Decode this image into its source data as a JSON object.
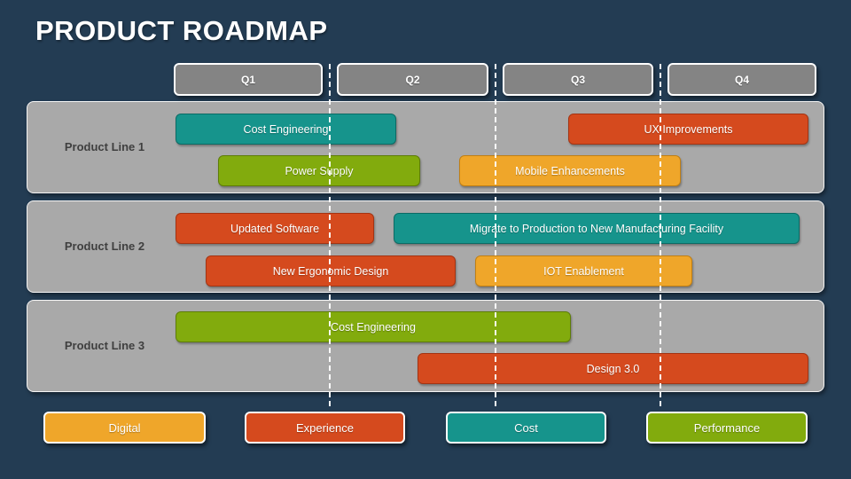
{
  "slide": {
    "title": "PRODUCT ROADMAP",
    "background_color": "#233C53"
  },
  "palette": {
    "digital": "#EFA62A",
    "experience": "#D54A1E",
    "cost": "#16948C",
    "performance": "#82AB0D",
    "row_background": "#A9A9A9",
    "quarter_header_background": "#848484",
    "title_text": "#FFFFFF"
  },
  "quarters": [
    {
      "label": "Q1"
    },
    {
      "label": "Q2"
    },
    {
      "label": "Q3"
    },
    {
      "label": "Q4"
    }
  ],
  "rows": [
    {
      "label": "Product Line 1",
      "bars": [
        {
          "label": "Cost Engineering",
          "category": "cost"
        },
        {
          "label": "UX Improvements",
          "category": "experience"
        },
        {
          "label": "Power Supply",
          "category": "performance"
        },
        {
          "label": "Mobile Enhancements",
          "category": "digital"
        }
      ]
    },
    {
      "label": "Product Line 2",
      "bars": [
        {
          "label": "Updated Software",
          "category": "experience"
        },
        {
          "label": "Migrate to Production to New Manufacturing Facility",
          "category": "cost"
        },
        {
          "label": "New Ergonomic Design",
          "category": "experience"
        },
        {
          "label": "IOT Enablement",
          "category": "digital"
        }
      ]
    },
    {
      "label": "Product Line 3",
      "bars": [
        {
          "label": "Cost Engineering",
          "category": "performance"
        },
        {
          "label": "Design 3.0",
          "category": "experience"
        }
      ]
    }
  ],
  "legend": [
    {
      "label": "Digital",
      "category": "digital"
    },
    {
      "label": "Experience",
      "category": "experience"
    },
    {
      "label": "Cost",
      "category": "cost"
    },
    {
      "label": "Performance",
      "category": "performance"
    }
  ]
}
